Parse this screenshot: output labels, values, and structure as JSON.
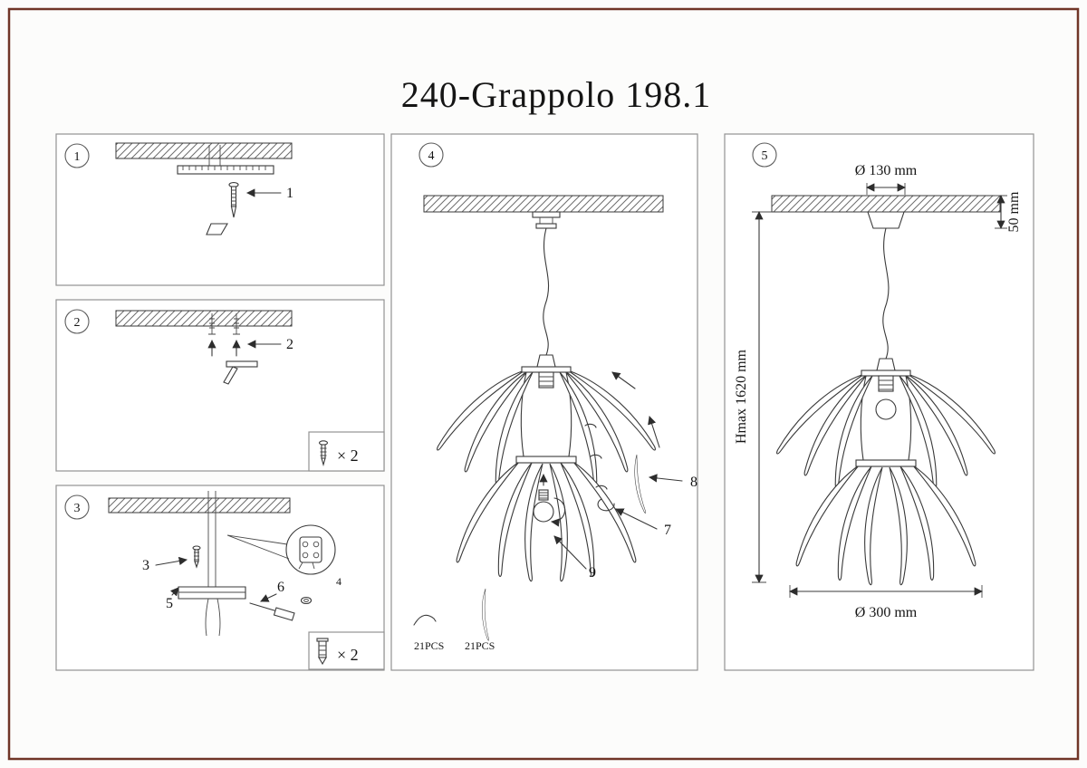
{
  "page": {
    "title": "240-Grappolo 198.1"
  },
  "step1": {
    "num": "1",
    "callout_screw": "1"
  },
  "step2": {
    "num": "2",
    "callout_bracket": "2",
    "qty_screws": "× 2"
  },
  "step3": {
    "num": "3",
    "callout_rod_screw": "3",
    "callout_terminal": "4",
    "callout_canopy": "5",
    "callout_screwdriver": "6",
    "qty_anchors": "× 2"
  },
  "step4": {
    "num": "4",
    "callout_clip": "7",
    "callout_leaf": "8",
    "callout_bulb": "9",
    "clips_qty": "21PCS",
    "leaves_qty": "21PCS"
  },
  "step5": {
    "num": "5",
    "dim_canopy_diameter": "Ø 130 mm",
    "dim_canopy_height": "50 mm",
    "dim_max_height": "Hmax 1620 mm",
    "dim_shade_diameter": "Ø 300 mm"
  }
}
